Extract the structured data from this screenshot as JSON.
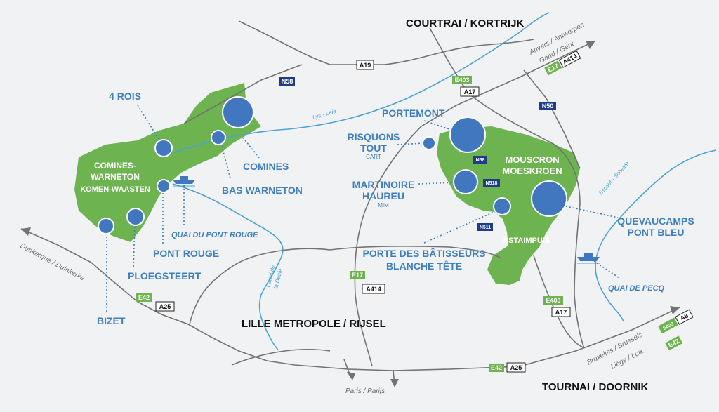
{
  "cities": {
    "courtrai": "COURTRAI / KORTRIJK",
    "lille": "LILLE METROPOLE / RIJSEL",
    "tournai": "TOURNAI / DOORNIK"
  },
  "regions": {
    "comines_warneton_1": "COMINES-",
    "comines_warneton_2": "WARNETON",
    "comines_warneton_3": "KOMEN-WAASTEN",
    "mouscron_1": "MOUSCRON",
    "mouscron_2": "MOESKROEN",
    "estaimpuis": "ESTAIMPUIS"
  },
  "sites": {
    "quatre_rois": "4 ROIS",
    "comines": "COMINES",
    "bas_warneton": "BAS WARNETON",
    "pont_rouge": "PONT ROUGE",
    "ploegsteert": "PLOEGSTEERT",
    "bizet": "BIZET",
    "quai_pont_rouge": "QUAI DU PONT ROUGE",
    "portemont": "PORTEMONT",
    "risquons_1": "RISQUONS",
    "risquons_2": "TOUT",
    "risquons_sub": "CART",
    "martinoire_1": "MARTINOIRE",
    "martinoire_2": "HAUREU",
    "martinoire_sub": "MIM",
    "porte_1": "PORTE DES BÂTISSEURS",
    "porte_2": "BLANCHE TÊTE",
    "quevaucamps_1": "QUEVAUCAMPS",
    "quevaucamps_2": "PONT BLEU",
    "quai_pecq": "QUAI DE PECQ"
  },
  "directions": {
    "anvers_1": "Anvers / Antwerpen",
    "anvers_2": "Gand / Gent",
    "dunkerque": "Dunkerque / Duinkerke",
    "paris": "Paris / Parijs",
    "bruxelles": "Bruxelles / Brussels",
    "liege": "Liège / Luik"
  },
  "rivers": {
    "lys": "Lys - Leie",
    "escaut": "Escaut - Schelde",
    "deule_1": "Canal de",
    "deule_2": "la Deule"
  },
  "roads": {
    "n58_top": "N58",
    "a19": "A19",
    "e403_top": "E403",
    "a17_top": "A17",
    "e17_top": "E17",
    "a414_top": "A414",
    "n50": "N50",
    "n58_mid": "N58",
    "n518": "N518",
    "n511": "N511",
    "e17_mid": "E17",
    "a414_mid": "A414",
    "e42_left": "E42",
    "a25_left": "A25",
    "e403_bot": "E403",
    "a17_bot": "A17",
    "e42_bot": "E42",
    "a25_bot": "A25",
    "e429": "E429",
    "a8": "A8",
    "e42_right": "E42"
  },
  "colors": {
    "territory": "#6db34f",
    "site_dot": "#4177bf",
    "label_blue": "#3f7fc0",
    "river": "#4aa3d6",
    "european_route": "#6db34f",
    "national_road": "#1f3c88",
    "road": "#737373"
  }
}
